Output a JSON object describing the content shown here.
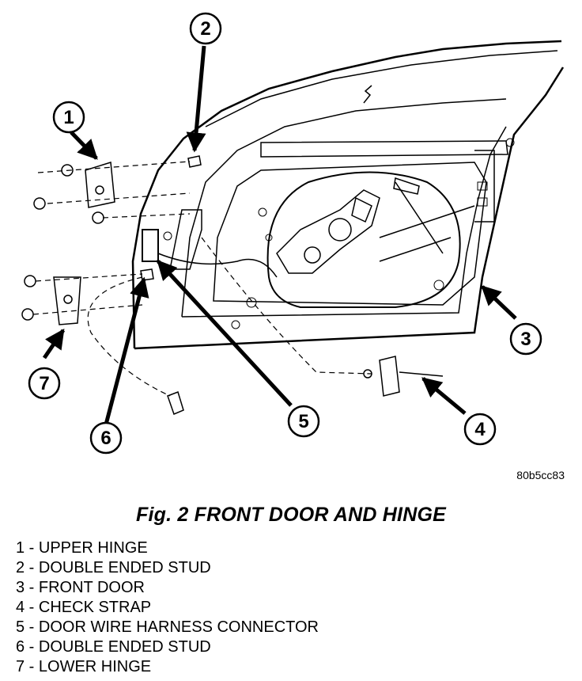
{
  "figure": {
    "image_code": "80b5cc83",
    "title": "Fig. 2 FRONT DOOR AND HINGE"
  },
  "callouts": [
    {
      "number": "1"
    },
    {
      "number": "2"
    },
    {
      "number": "3"
    },
    {
      "number": "4"
    },
    {
      "number": "5"
    },
    {
      "number": "6"
    },
    {
      "number": "7"
    }
  ],
  "legend": [
    "1 - UPPER HINGE",
    "2 - DOUBLE ENDED STUD",
    "3 - FRONT DOOR",
    "4 - CHECK STRAP",
    "5 - DOOR WIRE HARNESS CONNECTOR",
    "6 - DOUBLE ENDED STUD",
    "7 - LOWER HINGE"
  ]
}
